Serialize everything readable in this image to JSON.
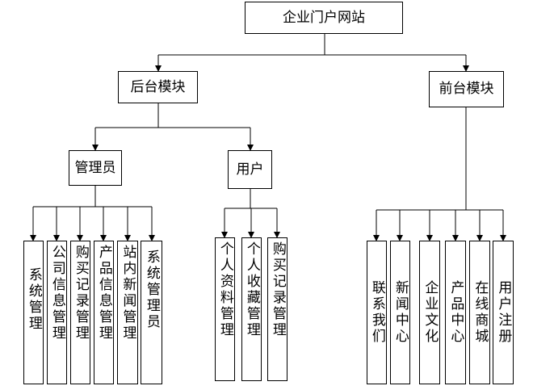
{
  "root": {
    "label": "企业门户网站"
  },
  "backend": {
    "label": "后台模块"
  },
  "frontend": {
    "label": "前台模块"
  },
  "admin": {
    "label": "管理员",
    "children": [
      "系统管理",
      "公司信息管理",
      "购买记录管理",
      "产品信息管理",
      "站内新闻管理",
      "系统管理员"
    ]
  },
  "user": {
    "label": "用户",
    "children": [
      "个人资料管理",
      "个人收藏管理",
      "购买记录管理"
    ]
  },
  "front_children": [
    "联系我们",
    "新闻中心",
    "企业文化",
    "产品中心",
    "在线商城",
    "用户注册"
  ]
}
